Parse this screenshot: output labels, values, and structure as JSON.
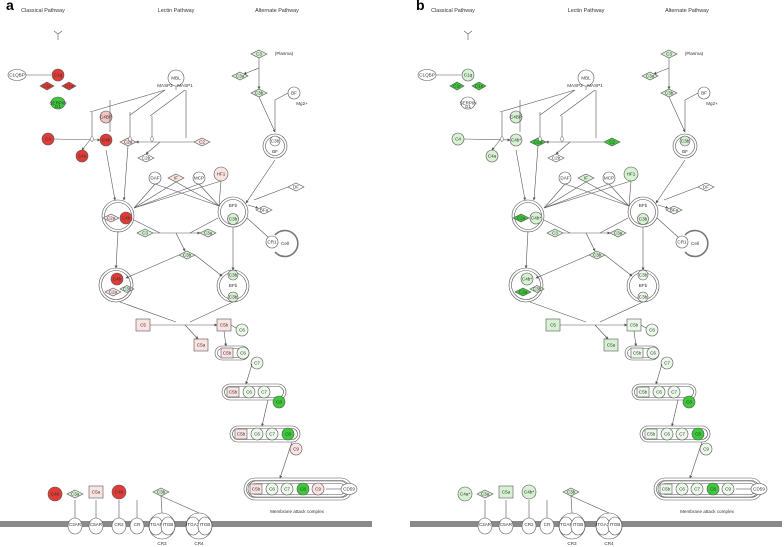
{
  "colors": {
    "red_strong": "#e03b36",
    "red_light": "#f3c4c2",
    "red_faint": "#fbe3e2",
    "green_strong": "#3ec93a",
    "green_light": "#d6f2d3",
    "green_faint": "#ecf9ea",
    "white": "#ffffff",
    "stroke": "#555555",
    "membrane": "#8a8a8a"
  },
  "panels": [
    {
      "letter": "a",
      "headers": {
        "classical": "Classical Pathway",
        "lectin": "Lectin Pathway",
        "alternate": "Alternate Pathway"
      },
      "labels": {
        "c1qbp": "C1QBP",
        "c1q": "C1q",
        "c1r": "C1r",
        "c1s": "C1s",
        "serpin": "SERPIN",
        "g1": "G1",
        "mbl": "MBL",
        "masp2": "MASP2",
        "masp1": "MASP1",
        "c4": "C4",
        "c4bp": "C4BP",
        "c4a": "C4a",
        "c4b": "C4b",
        "c2a": "C2a",
        "c2b": "C2b",
        "c2": "C2",
        "c3_top": "C3",
        "plasma": "(Plasma)",
        "c3a_top": "C3a",
        "c3b_top": "C3b",
        "bf_top": "BF",
        "mg2": "Mg2+",
        "c3b_bf1": "C3b",
        "c3b_bf2": "BF",
        "df": "DF",
        "daf": "DAF",
        "if": "IF",
        "mcp": "MCP",
        "hf1": "HF1",
        "conv_c2a": "C2a",
        "conv_c4b": "C4b",
        "bfb": "BFb",
        "c3b_alt": "C3b",
        "bfa": "BFa",
        "c3_mid": "C3",
        "c3a_mid": "C3a",
        "c3b_mid": "C3b",
        "cr1": "CR1",
        "cell": "Cell",
        "c5c_c4b": "C4b",
        "c5c_c2a": "C2a",
        "c5c_c3b": "C3b",
        "alt5_c3b1": "C3b",
        "alt5_bfb": "BFb",
        "alt5_c3b2": "C3b",
        "c5": "C5",
        "c5b": "C5b",
        "c5a": "C5a",
        "c6": "C6",
        "c7": "C7",
        "c8": "C8",
        "c9": "C9",
        "cd59": "CD59",
        "mac": "Membrane attack complex",
        "b_c4b1": "C4b",
        "b_c3a": "C3a",
        "b_c5a": "C5a",
        "b_c4b2": "C4b",
        "b_c3b": "C3b",
        "c3ar": "C3AR",
        "c5ar": "C5AR",
        "cr2": "CR2",
        "cr": "CR",
        "itgam": "ITGAM",
        "itgb": "ITGB",
        "itgax": "ITGAX",
        "itgb2": "ITGB",
        "cr3": "CR3",
        "cr4": "CR4"
      },
      "fills": {
        "c1qbp": "white",
        "c1q": "red_strong",
        "c1r": "red_strong",
        "c1s": "red_strong",
        "serpin": "green_strong",
        "mbl": "white",
        "masp2": "white",
        "masp1": "white",
        "c4": "red_strong",
        "c4bp": "red_light",
        "c4a": "red_strong",
        "c4b": "red_strong",
        "c2a": "red_faint",
        "c2b": "white",
        "c2": "red_faint",
        "c3_top": "green_light",
        "c3a_top": "green_light",
        "c3b_top": "green_light",
        "bf_top": "white",
        "c3b_bf1": "white",
        "df": "white",
        "daf": "white",
        "if": "red_faint",
        "mcp": "white",
        "hf1": "red_faint",
        "conv_c2a": "red_faint",
        "conv_c4b": "red_strong",
        "bfb": "white",
        "c3b_alt": "green_light",
        "bfa": "white",
        "c3_mid": "green_light",
        "c3a_mid": "green_light",
        "c3b_mid": "green_light",
        "cr1": "white",
        "c5c_c4b": "red_strong",
        "c5c_c2a": "red_faint",
        "c5c_c3b": "green_light",
        "alt5_c3b1": "green_light",
        "alt5_bfb": "white",
        "alt5_c3b2": "green_light",
        "c5": "red_faint",
        "c5b": "red_faint",
        "c5a": "red_faint",
        "c6": "green_faint",
        "c7": "green_faint",
        "c8": "green_strong",
        "c9": "red_faint",
        "cd59": "white",
        "b_c4b1": "red_strong",
        "b_c3a": "green_light",
        "b_c5a": "red_faint",
        "b_c4b2": "red_strong",
        "b_c3b": "green_light"
      }
    },
    {
      "letter": "b",
      "headers": {
        "classical": "Classical Pathway",
        "lectin": "Lectin Pathway",
        "alternate": "Alternate Pathway"
      },
      "labels": {
        "c1qbp": "C1QBP",
        "c1q": "C1q",
        "c1r": "C1r",
        "c1s": "C1s",
        "serpin": "SERPIN",
        "g1": "G1",
        "mbl": "MBL",
        "masp2": "MASP2",
        "masp1": "MASP1",
        "c4": "C4",
        "c4bp": "C4BP",
        "c4a": "C4a",
        "c4b": "C4b*",
        "c2a": "C2a",
        "c2b": "C2b",
        "c2": "C2",
        "c3_top": "C3",
        "plasma": "(Plasma)",
        "c3a_top": "C3a",
        "c3b_top": "C3b",
        "bf_top": "BF",
        "mg2": "Mg2+",
        "c3b_bf1": "C3b",
        "c3b_bf2": "BF",
        "df": "DF",
        "daf": "DAF",
        "if": "IF",
        "mcp": "MCP",
        "hf1": "HF1",
        "conv_c2a": "C2a",
        "conv_c4b": "C4b*",
        "bfb": "BFb",
        "c3b_alt": "C3b",
        "bfa": "BFa",
        "c3_mid": "C3",
        "c3a_mid": "C3a",
        "c3b_mid": "C3b",
        "cr1": "CR1",
        "cell": "Cell",
        "c5c_c4b": "C4b*",
        "c5c_c2a": "C2a",
        "c5c_c3b": "C3b",
        "alt5_c3b1": "C3b",
        "alt5_bfb": "BFb",
        "alt5_c3b2": "C3b",
        "c5": "C5",
        "c5b": "C5b",
        "c5a": "C5a",
        "c6": "C6",
        "c7": "C7",
        "c8": "C8",
        "c9": "C9",
        "cd59": "CD59",
        "mac": "Membrane attack complex",
        "b_c4b1": "C4a*",
        "b_c3a": "C3a",
        "b_c5a": "C5a",
        "b_c4b2": "C4b*",
        "b_c3b": "C3b",
        "c3ar": "C3AR",
        "c5ar": "C5AR",
        "cr2": "CR2",
        "cr": "CR",
        "itgam": "ITGAM",
        "itgb": "ITGB",
        "itgax": "ITGAX",
        "itgb2": "ITGB",
        "cr3": "CR3",
        "cr4": "CR4"
      },
      "fills": {
        "c1qbp": "white",
        "c1q": "green_light",
        "c1r": "green_strong",
        "c1s": "green_strong",
        "serpin": "white",
        "mbl": "white",
        "masp2": "white",
        "masp1": "white",
        "c4": "green_light",
        "c4bp": "green_light",
        "c4a": "green_light",
        "c4b": "green_light",
        "c2a": "green_strong",
        "c2b": "white",
        "c2": "green_strong",
        "c3_top": "green_light",
        "c3a_top": "green_light",
        "c3b_top": "green_light",
        "bf_top": "white",
        "c3b_bf1": "green_light",
        "df": "white",
        "daf": "white",
        "if": "green_light",
        "mcp": "white",
        "hf1": "green_light",
        "conv_c2a": "green_strong",
        "conv_c4b": "green_light",
        "bfb": "white",
        "c3b_alt": "green_light",
        "bfa": "green_faint",
        "c3_mid": "green_light",
        "c3a_mid": "green_light",
        "c3b_mid": "green_light",
        "cr1": "white",
        "c5c_c4b": "green_light",
        "c5c_c2a": "green_strong",
        "c5c_c3b": "green_light",
        "alt5_c3b1": "green_faint",
        "alt5_bfb": "white",
        "alt5_c3b2": "green_faint",
        "c5": "green_light",
        "c5b": "green_faint",
        "c5a": "green_light",
        "c6": "green_faint",
        "c7": "green_faint",
        "c8": "green_strong",
        "c9": "green_faint",
        "cd59": "white",
        "b_c4b1": "green_light",
        "b_c3a": "green_light",
        "b_c5a": "green_light",
        "b_c4b2": "green_light",
        "b_c3b": "green_light"
      }
    }
  ]
}
